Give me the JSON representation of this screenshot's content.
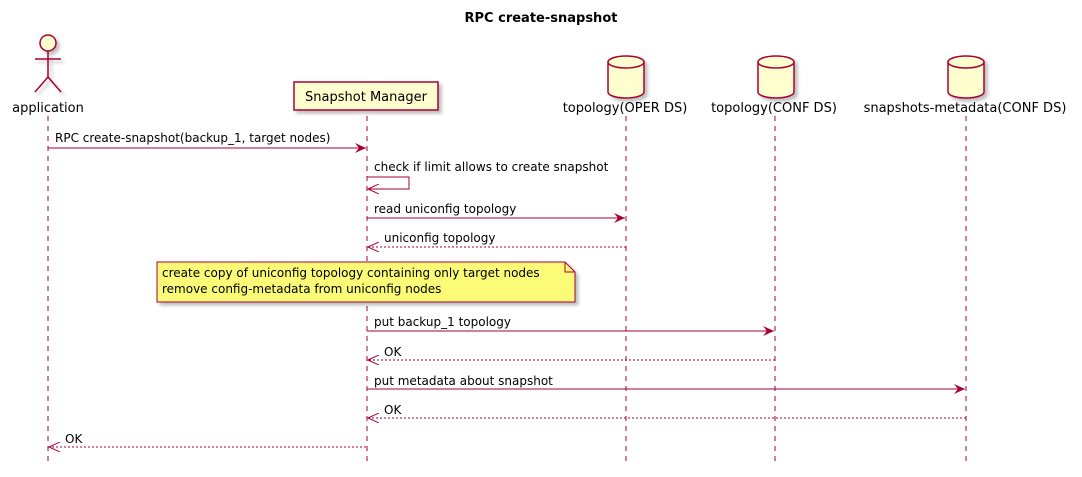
{
  "title": "RPC create-snapshot",
  "participants": {
    "application": {
      "label": "application",
      "kind": "actor"
    },
    "snapshot_manager": {
      "label": "Snapshot Manager",
      "kind": "box"
    },
    "topology_oper": {
      "label": "topology(OPER DS)",
      "kind": "database"
    },
    "topology_conf": {
      "label": "topology(CONF DS)",
      "kind": "database"
    },
    "snapshots_metadata": {
      "label": "snapshots-metadata(CONF DS)",
      "kind": "database"
    }
  },
  "messages": [
    {
      "from": "application",
      "to": "snapshot_manager",
      "label": "RPC create-snapshot(backup_1, target nodes)",
      "style": "solid"
    },
    {
      "from": "snapshot_manager",
      "to": "snapshot_manager",
      "label": "check if limit allows to create snapshot",
      "style": "solid"
    },
    {
      "from": "snapshot_manager",
      "to": "topology_oper",
      "label": "read uniconfig topology",
      "style": "solid"
    },
    {
      "from": "topology_oper",
      "to": "snapshot_manager",
      "label": "uniconfig topology",
      "style": "dashed"
    },
    {
      "from": "snapshot_manager",
      "to": "topology_conf",
      "label": "put backup_1 topology",
      "style": "solid"
    },
    {
      "from": "topology_conf",
      "to": "snapshot_manager",
      "label": "OK",
      "style": "dashed"
    },
    {
      "from": "snapshot_manager",
      "to": "snapshots_metadata",
      "label": "put metadata about snapshot",
      "style": "solid"
    },
    {
      "from": "snapshots_metadata",
      "to": "snapshot_manager",
      "label": "OK",
      "style": "dashed"
    },
    {
      "from": "snapshot_manager",
      "to": "application",
      "label": "OK",
      "style": "dashed"
    }
  ],
  "note": {
    "over": "snapshot_manager",
    "lines": [
      "create copy of uniconfig topology containing only target nodes",
      "remove config-metadata from uniconfig nodes"
    ]
  },
  "colors": {
    "line": "#A80036",
    "participant_fill": "#FEFECE",
    "note_fill": "#FBFB77"
  }
}
